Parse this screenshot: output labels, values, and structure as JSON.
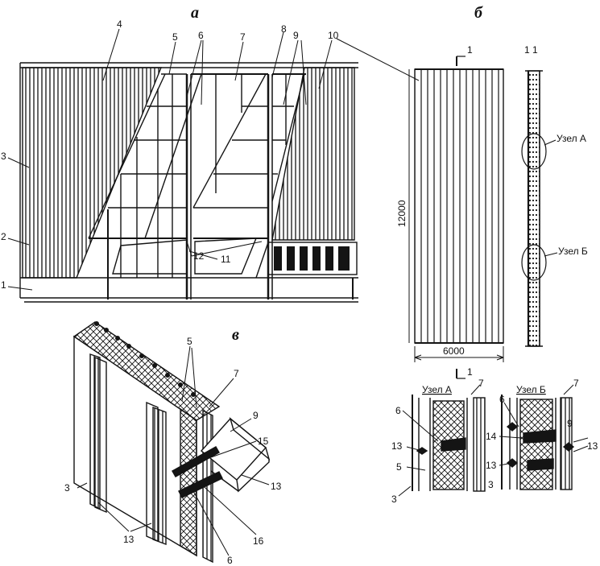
{
  "parts": {
    "a": "а",
    "b": "б",
    "v": "в"
  },
  "callouts_a": [
    "4",
    "5",
    "6",
    "7",
    "8",
    "9",
    "10",
    "3",
    "2",
    "1",
    "12",
    "11"
  ],
  "callouts_b": {
    "section_mark": "1",
    "section_view": "1 1",
    "height": "12000",
    "width": "6000",
    "node_a": "Узел А",
    "node_b": "Узел Б"
  },
  "callouts_v": [
    "5",
    "7",
    "9",
    "15",
    "13",
    "3",
    "13",
    "16",
    "6"
  ],
  "detail_a": {
    "title": "Узел А",
    "labels": [
      "7",
      "6",
      "13",
      "5",
      "3"
    ]
  },
  "detail_b": {
    "title": "Узел Б",
    "labels": [
      "6",
      "7",
      "9",
      "14",
      "13",
      "13",
      "3"
    ]
  },
  "colors": {
    "ink": "#141414",
    "paper": "#ffffff"
  }
}
